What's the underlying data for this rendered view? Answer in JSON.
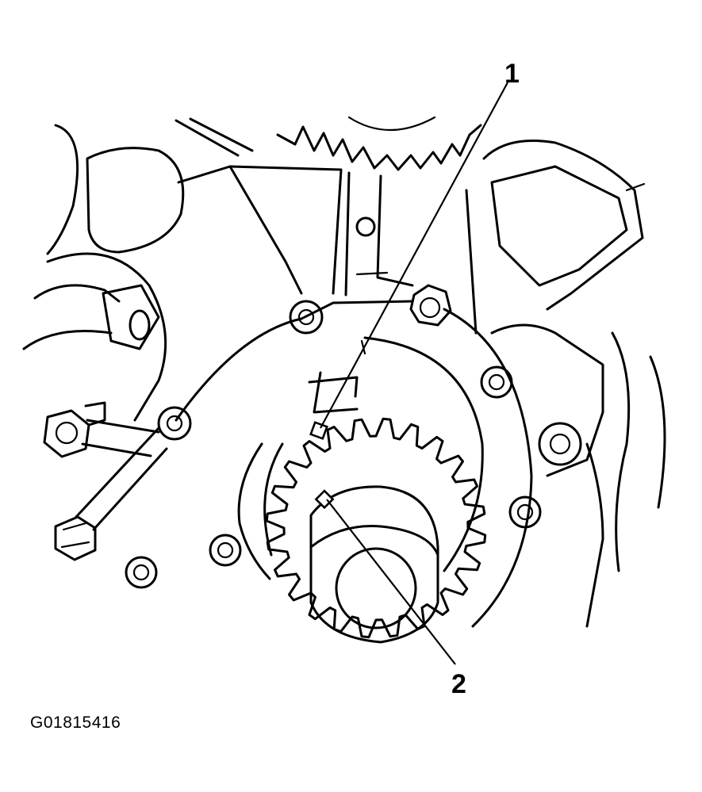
{
  "figure": {
    "code": "G01815416",
    "callouts": [
      {
        "id": "1",
        "label": "1"
      },
      {
        "id": "2",
        "label": "2"
      }
    ]
  }
}
